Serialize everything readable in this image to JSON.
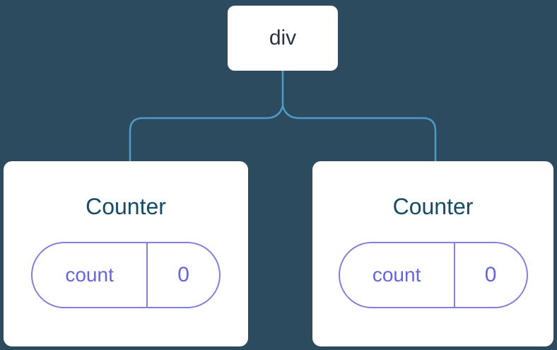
{
  "diagram": {
    "description": "Component tree diagram: a div parent with two Counter children, each holding a count state of 0"
  },
  "tree": {
    "root": {
      "label": "div"
    },
    "children": [
      {
        "title": "Counter",
        "state": {
          "key": "count",
          "value": "0"
        }
      },
      {
        "title": "Counter",
        "state": {
          "key": "count",
          "value": "0"
        }
      }
    ]
  },
  "colors": {
    "background": "#2d4b5e",
    "connector": "#4f9bc8",
    "card_bg": "#ffffff",
    "root_text": "#2a3440",
    "counter_text": "#174a63",
    "state_border": "#8080d9",
    "state_text": "#6565d9"
  }
}
